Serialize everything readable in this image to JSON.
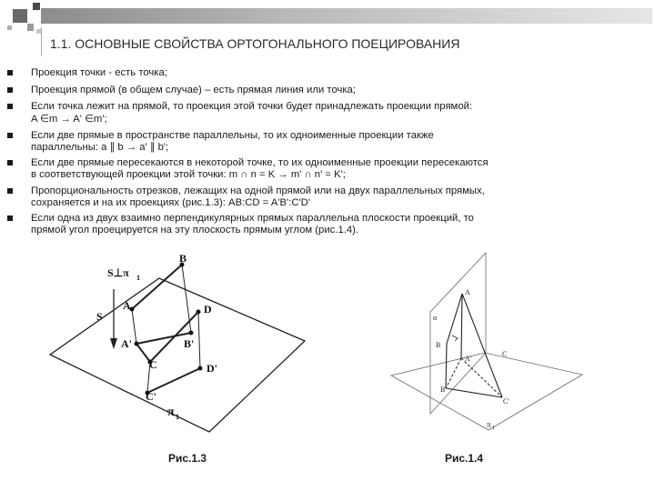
{
  "slide": {
    "title": "1.1. ОСНОВНЫЕ СВОЙСТВА ОРТОГОНАЛЬНОГО ПОЕЦИРОВАНИЯ",
    "bullets": [
      {
        "lines": [
          "Проекция точки - есть точка;"
        ]
      },
      {
        "lines": [
          "Проекция прямой (в общем случае) – есть прямая линия или точка;"
        ]
      },
      {
        "lines": [
          "Если точка лежит на прямой, то проекция этой точки будет принадлежать проекции прямой:",
          "A ∈m → A' ∈m';"
        ]
      },
      {
        "lines": [
          "Если две прямые в пространстве параллельны, то их одноименные проекции также",
          "параллельны:   a ∥ b → a' ∥ b';"
        ]
      },
      {
        "lines": [
          "Если две прямые пересекаются в некоторой точке, то их одноименные проекции пересекаются",
          "в соответствующей проекции этой точки:  m ∩ n = K → m' ∩ n' = K';"
        ]
      },
      {
        "lines": [
          "Пропорциональность отрезков, лежащих на одной прямой или на двух параллельных прямых,",
          "сохраняется и на их проекциях (рис.1.3): AB:CD = A'B':C'D'"
        ]
      },
      {
        "lines": [
          "Если одна из двух взаимно перпендикулярных прямых параллельна плоскости проекций, то",
          "прямой угол проецируется на эту плоскость прямым углом (рис.1.4)."
        ]
      }
    ]
  },
  "fig13": {
    "caption": "Рис.1.3",
    "labels": {
      "s_perp": "S⊥π",
      "s_sub": "1",
      "s": "S",
      "a": "A",
      "b": "B",
      "d": "D",
      "c": "C",
      "a1": "A'",
      "b1": "B'",
      "c1": "C'",
      "d1": "D'",
      "pi": "π",
      "pi_sub": "1"
    }
  },
  "fig14": {
    "caption": "Рис.1.4",
    "labels": {
      "alpha": "α",
      "a": "A",
      "b": "B",
      "c": "C",
      "a1": "A'",
      "b1": "B'",
      "c1": "C'",
      "pi": "π",
      "pi_sub": "1"
    }
  },
  "colors": {
    "title_bar": "#8a8a8a",
    "accent_square": "#5a5a5a"
  }
}
